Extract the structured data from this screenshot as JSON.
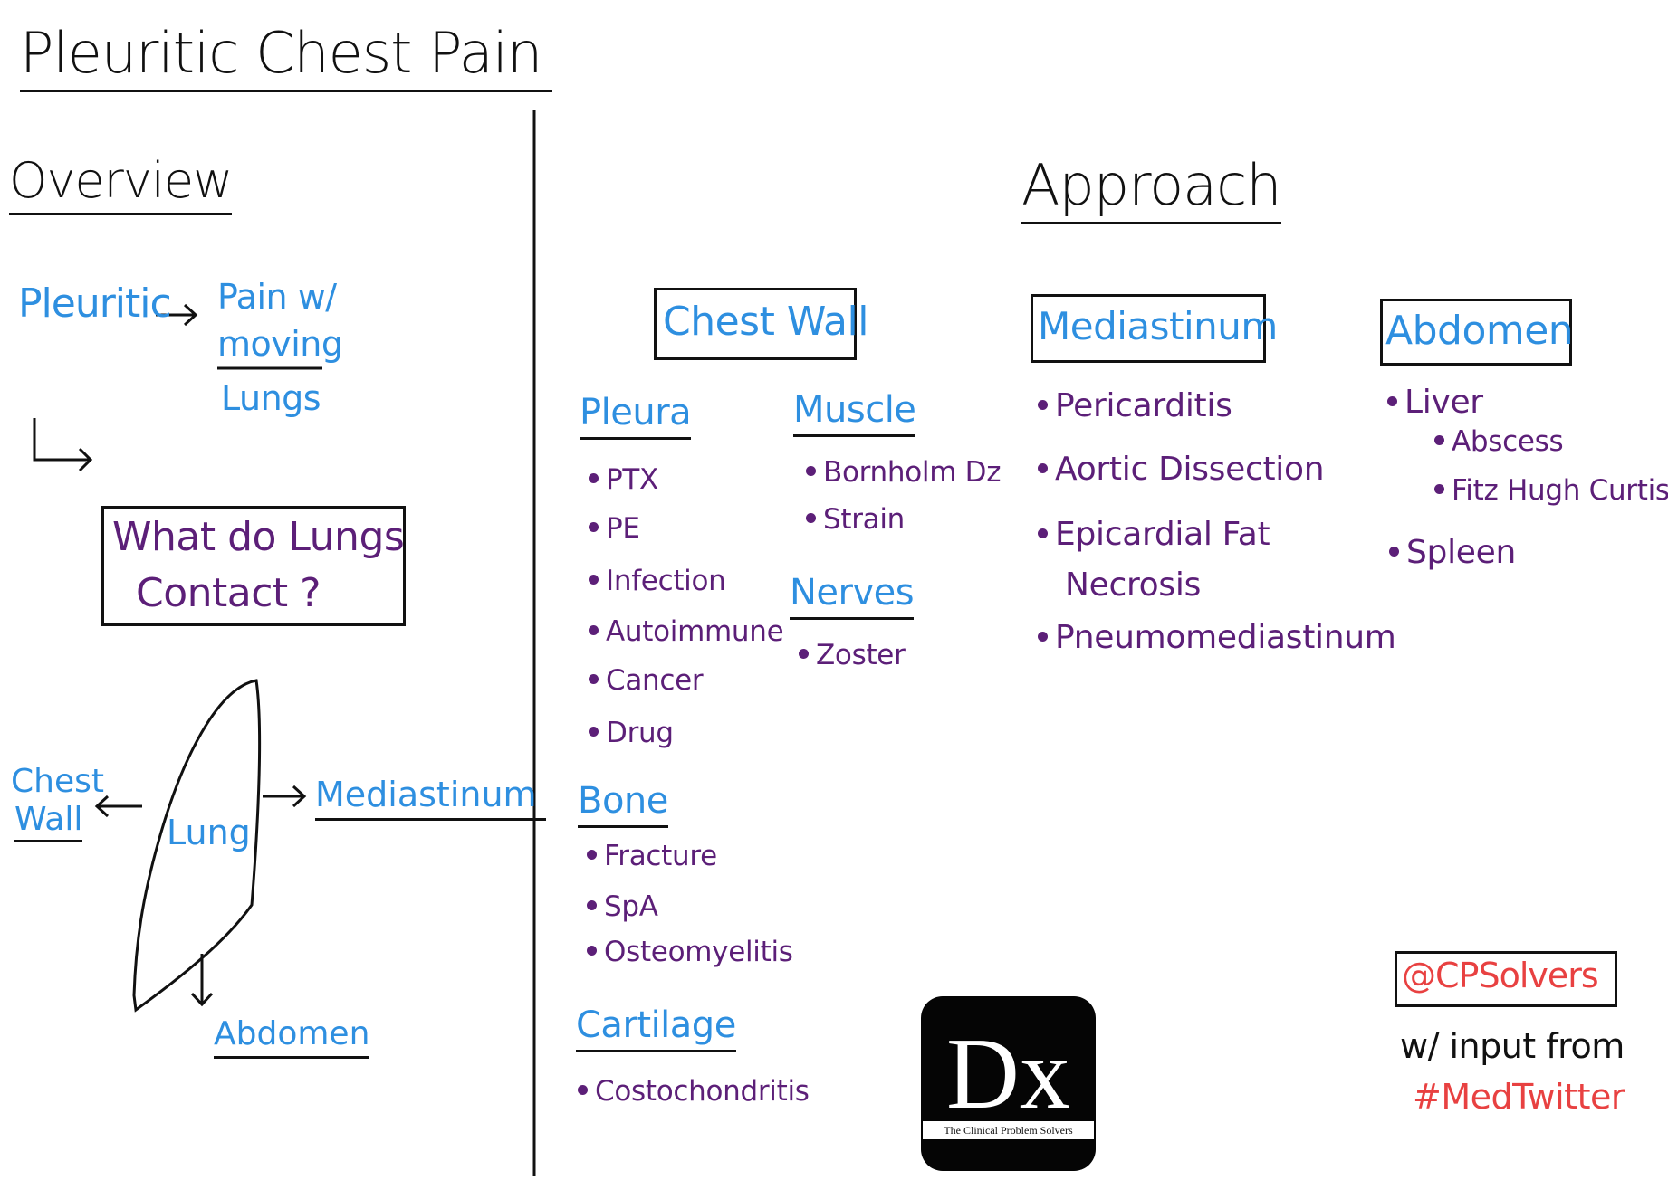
{
  "title": "Pleuritic Chest Pain",
  "overview": {
    "heading": "Overview",
    "pleuritic": "Pleuritic",
    "definition_line1": "Pain w/",
    "definition_line2": "moving",
    "definition_line3": "Lungs",
    "question_line1": "What do Lungs",
    "question_line2": "Contact ?",
    "lung_label": "Lung",
    "chest_wall_line1": "Chest",
    "chest_wall_line2": "Wall",
    "mediastinum": "Mediastinum",
    "abdomen": "Abdomen"
  },
  "approach": {
    "heading": "Approach",
    "chest_wall": {
      "label": "Chest Wall",
      "pleura": {
        "label": "Pleura",
        "items": [
          "PTX",
          "PE",
          "Infection",
          "Autoimmune",
          "Cancer",
          "Drug"
        ]
      },
      "muscle": {
        "label": "Muscle",
        "items": [
          "Bornholm Dz",
          "Strain"
        ]
      },
      "nerves": {
        "label": "Nerves",
        "items": [
          "Zoster"
        ]
      },
      "bone": {
        "label": "Bone",
        "items": [
          "Fracture",
          "SpA",
          "Osteomyelitis"
        ]
      },
      "cartilage": {
        "label": "Cartilage",
        "items": [
          "Costochondritis"
        ]
      }
    },
    "mediastinum": {
      "label": "Mediastinum",
      "items": [
        "Pericarditis",
        "Aortic Dissection",
        "Epicardial Fat",
        "Necrosis",
        "Pneumomediastinum"
      ]
    },
    "abdomen": {
      "label": "Abdomen",
      "liver": "Liver",
      "liver_items": [
        "Abscess",
        "Fitz Hugh Curtis"
      ],
      "spleen": "Spleen"
    }
  },
  "credits": {
    "handle": "@CPSolvers",
    "input_from": "w/ input from",
    "hashtag": "#MedTwitter"
  },
  "logo": {
    "text": "Dx",
    "caption": "The Clinical Problem Solvers"
  },
  "colors": {
    "heading": "#111111",
    "category": "#2e8fe0",
    "diagnosis": "#5c1f78",
    "credit": "#e84141"
  }
}
